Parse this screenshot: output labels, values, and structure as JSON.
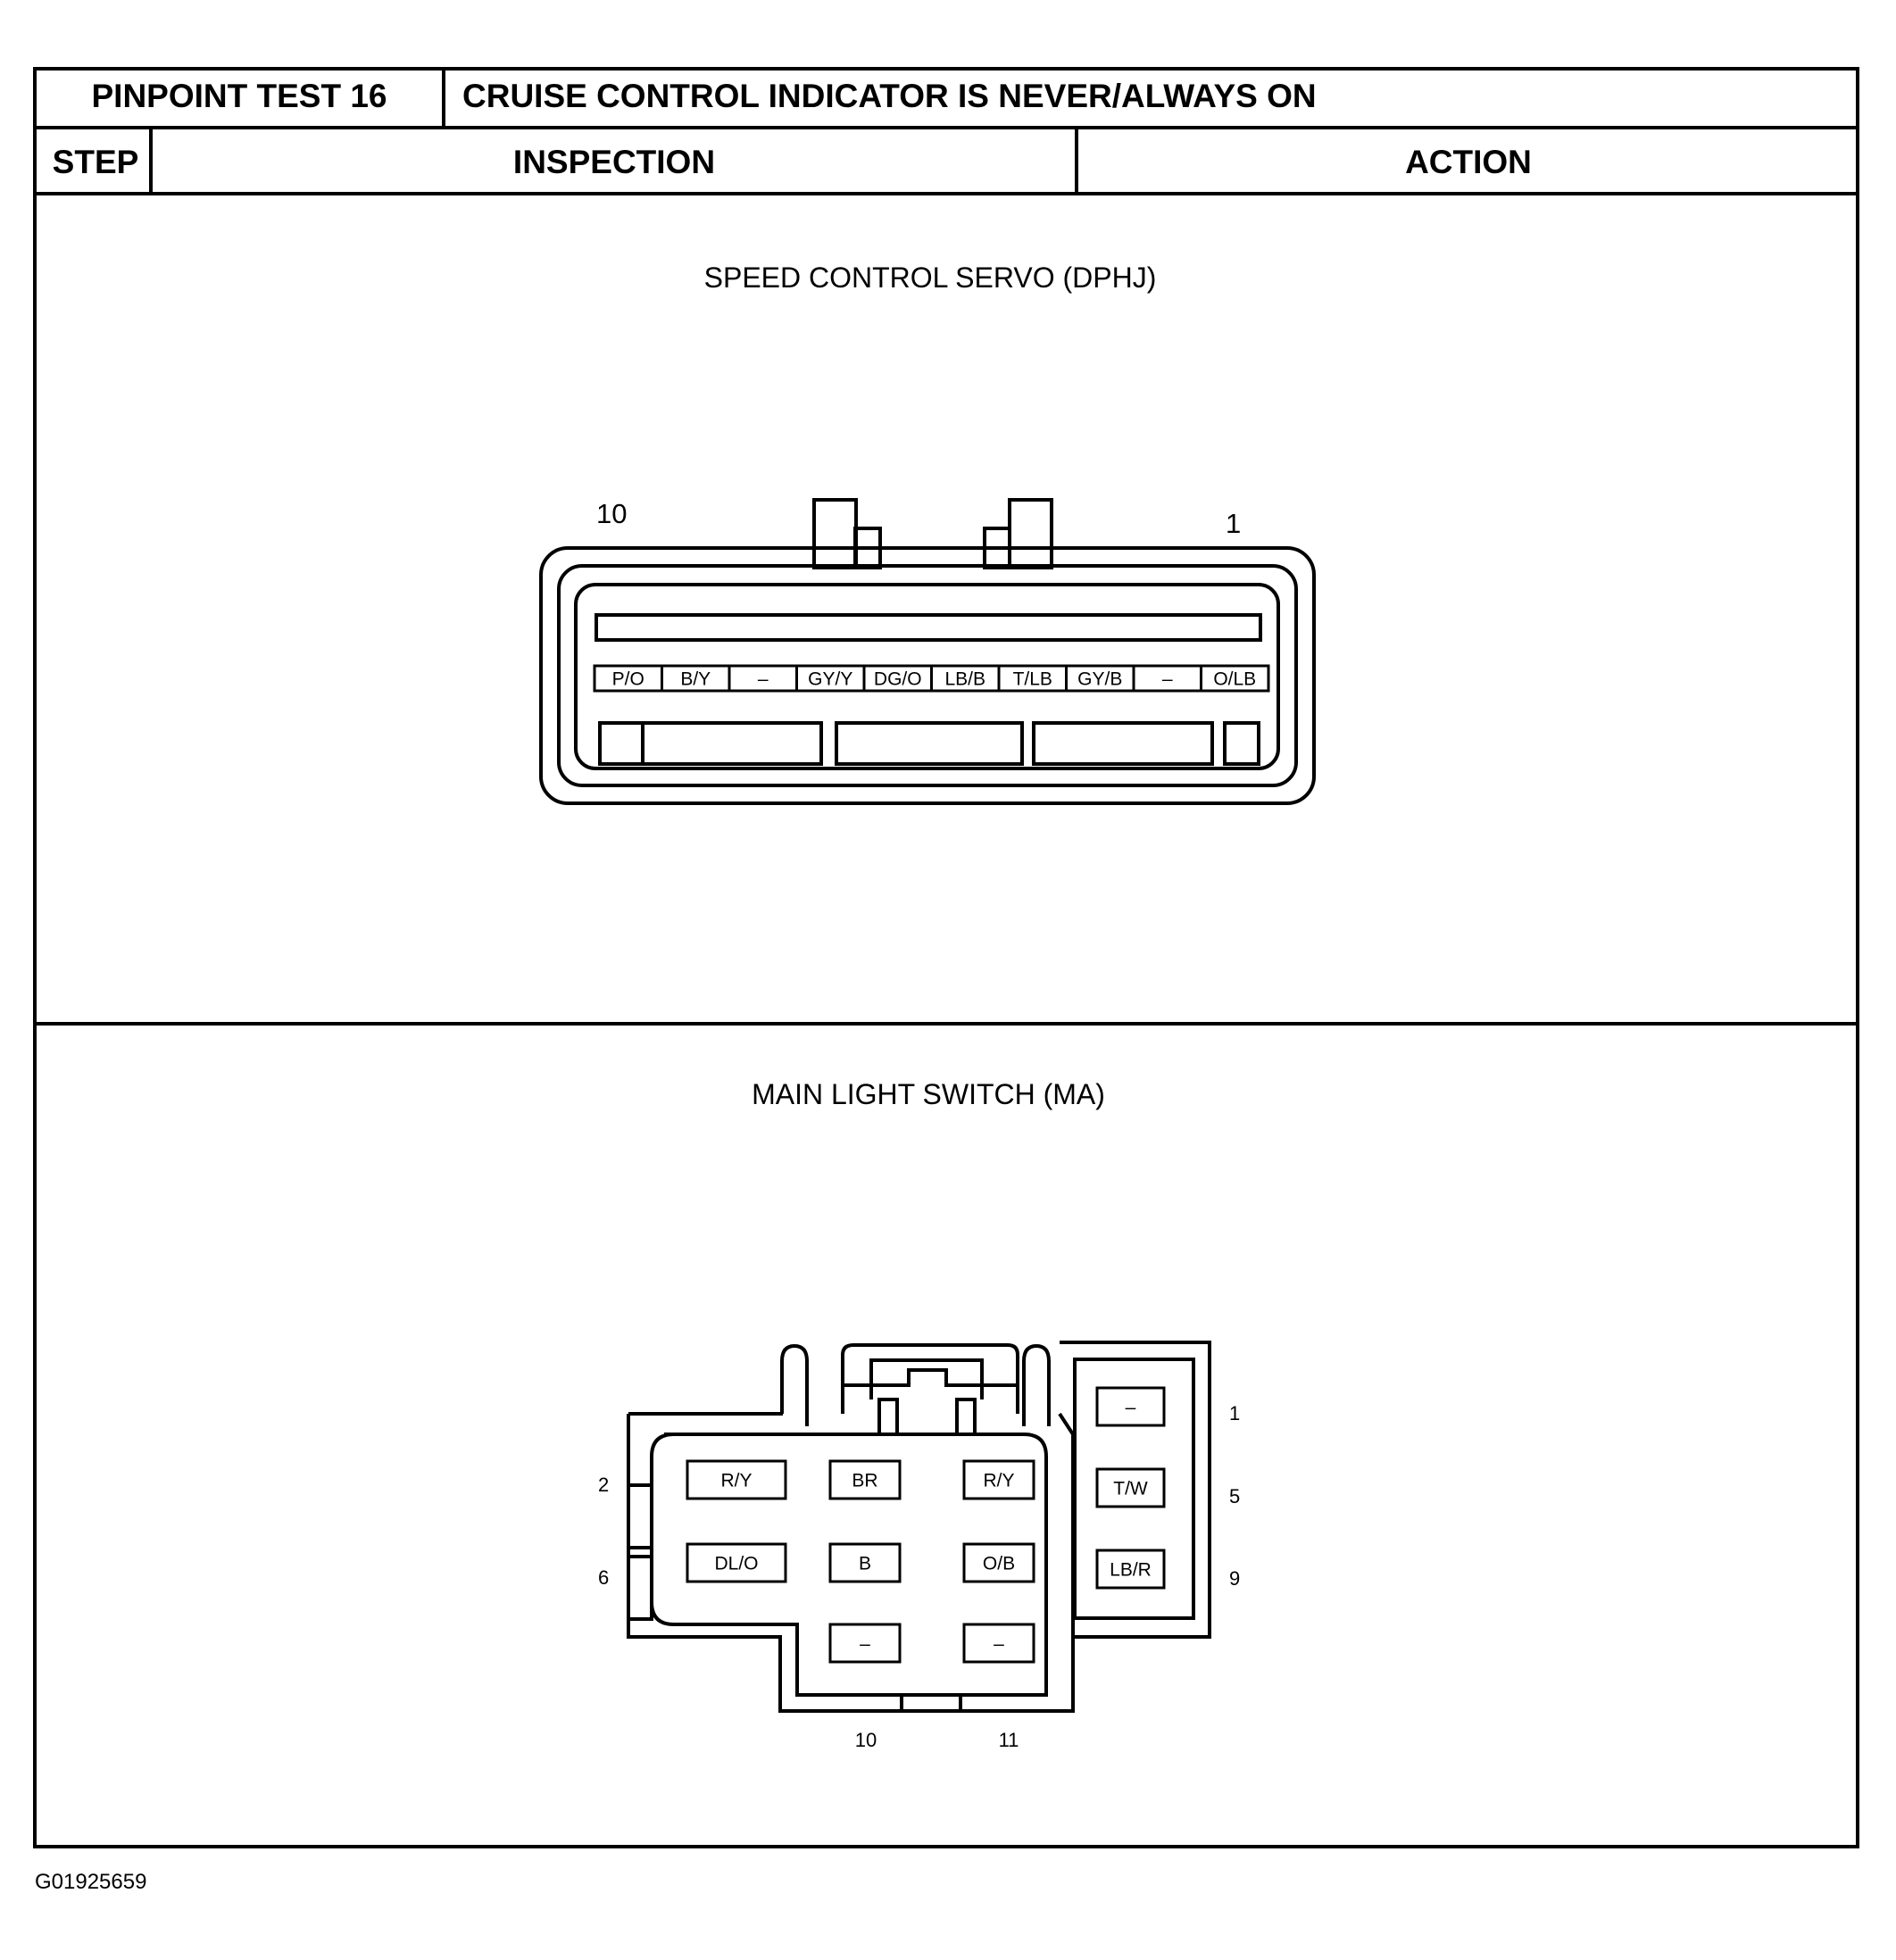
{
  "header": {
    "test_id": "PINPOINT TEST 16",
    "test_title": "CRUISE CONTROL INDICATOR IS NEVER/ALWAYS ON",
    "col_step": "STEP",
    "col_inspection": "INSPECTION",
    "col_action": "ACTION"
  },
  "servo": {
    "caption": "SPEED CONTROL SERVO (DPHJ)",
    "pin_left_number": "10",
    "pin_right_number": "1",
    "pins": [
      "P/O",
      "B/Y",
      "–",
      "GY/Y",
      "DG/O",
      "LB/B",
      "T/LB",
      "GY/B",
      "–",
      "O/LB"
    ]
  },
  "switch": {
    "caption": "MAIN LIGHT SWITCH (MA)",
    "row1": [
      "R/Y",
      "BR",
      "R/Y"
    ],
    "row2": [
      "DL/O",
      "B",
      "O/B"
    ],
    "row3": [
      "–",
      "–"
    ],
    "right_col": [
      "–",
      "T/W",
      "LB/R"
    ],
    "left_numbers": [
      "2",
      "6"
    ],
    "right_numbers": [
      "1",
      "5",
      "9"
    ],
    "bottom_numbers": [
      "10",
      "11"
    ]
  },
  "footer": {
    "figure_id": "G01925659"
  }
}
